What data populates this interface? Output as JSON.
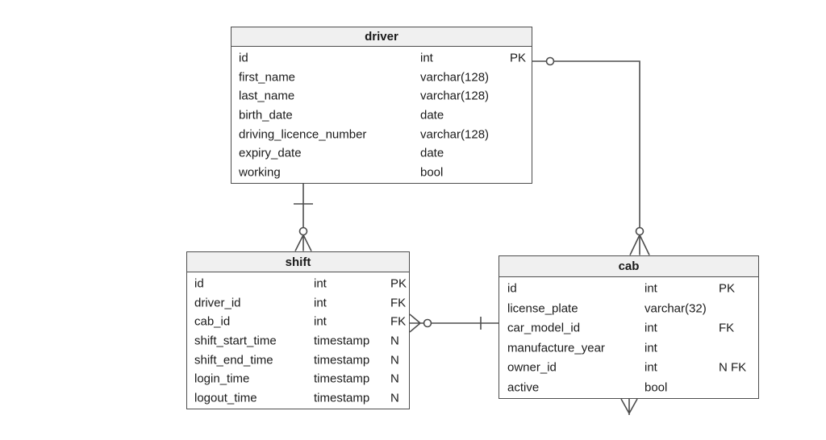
{
  "canvas": {
    "background": "#ffffff"
  },
  "style": {
    "border_color": "#4d4d4d",
    "header_fill": "#f0f0f0",
    "body_fill": "#ffffff",
    "text_color": "#1a1a1a"
  },
  "entities": [
    {
      "title": "driver",
      "columns": [
        {
          "name": "id",
          "type": "int",
          "key": "PK"
        },
        {
          "name": "first_name",
          "type": "varchar(128)",
          "key": ""
        },
        {
          "name": "last_name",
          "type": "varchar(128)",
          "key": ""
        },
        {
          "name": "birth_date",
          "type": "date",
          "key": ""
        },
        {
          "name": "driving_licence_number",
          "type": "varchar(128)",
          "key": ""
        },
        {
          "name": "expiry_date",
          "type": "date",
          "key": ""
        },
        {
          "name": "working",
          "type": "bool",
          "key": ""
        }
      ]
    },
    {
      "title": "shift",
      "columns": [
        {
          "name": "id",
          "type": "int",
          "key": "PK"
        },
        {
          "name": "driver_id",
          "type": "int",
          "key": "FK"
        },
        {
          "name": "cab_id",
          "type": "int",
          "key": "FK"
        },
        {
          "name": "shift_start_time",
          "type": "timestamp",
          "key": "N"
        },
        {
          "name": "shift_end_time",
          "type": "timestamp",
          "key": "N"
        },
        {
          "name": "login_time",
          "type": "timestamp",
          "key": "N"
        },
        {
          "name": "logout_time",
          "type": "timestamp",
          "key": "N"
        }
      ]
    },
    {
      "title": "cab",
      "columns": [
        {
          "name": "id",
          "type": "int",
          "key": "PK"
        },
        {
          "name": "license_plate",
          "type": "varchar(32)",
          "key": ""
        },
        {
          "name": "car_model_id",
          "type": "int",
          "key": "FK"
        },
        {
          "name": "manufacture_year",
          "type": "int",
          "key": ""
        },
        {
          "name": "owner_id",
          "type": "int",
          "key": "N FK"
        },
        {
          "name": "active",
          "type": "bool",
          "key": ""
        }
      ]
    }
  ],
  "relationships": [
    {
      "from": "driver",
      "to": "shift",
      "from_marker": "one (tick)",
      "to_marker": "zero or many (circle + crow's foot)"
    },
    {
      "from": "driver.id (PK)",
      "to": "cab",
      "from_marker": "zero (circle)",
      "to_marker": "zero or many (circle + crow's foot)"
    },
    {
      "from": "cab",
      "to": "shift.cab_id (FK)",
      "from_marker": "one (tick)",
      "to_marker": "zero or many (circle + crow's foot)"
    },
    {
      "from": "cab",
      "to": "off-canvas below",
      "from_marker": "many (crow's foot)",
      "to_marker": "cut off at image edge"
    }
  ]
}
